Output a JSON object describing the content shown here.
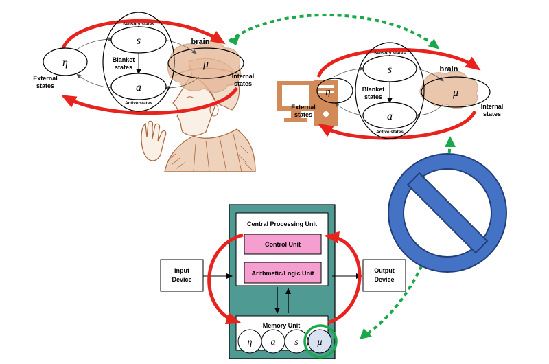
{
  "fep_left": {
    "sensory": "Sensory states",
    "s": "s",
    "brain": "brain",
    "eta": "η",
    "blanket_l1": "Blanket",
    "blanket_l2": "states",
    "mu": "μ",
    "external_l1": "External",
    "external_l2": "states",
    "internal_l1": "Internal",
    "internal_l2": "states",
    "a": "a",
    "active": "Active states"
  },
  "fep_right": {
    "sensory": "Sensory states",
    "s": "s",
    "brain": "brain",
    "eta": "η",
    "blanket_l1": "Blanket",
    "blanket_l2": "states",
    "mu": "μ",
    "external_l1": "External",
    "external_l2": "states",
    "internal_l1": "Internal",
    "internal_l2": "states",
    "a": "a",
    "active": "Active states"
  },
  "computer": {
    "cpu_title": "Central Processing Unit",
    "control_unit": "Control Unit",
    "alu": "Arithmetic/Logic Unit",
    "input_l1": "Input",
    "input_l2": "Device",
    "output_l1": "Output",
    "output_l2": "Device",
    "memory_unit": "Memory Unit",
    "cells": [
      "η",
      "a",
      "s",
      "μ"
    ]
  },
  "colors": {
    "red_arrow": "#e8231e",
    "green_dotted": "#1aa84a",
    "cpu_frame": "#4f9a92",
    "pink_box": "#f59fd0",
    "prohibition_fill": "#4472c4",
    "prohibition_stroke": "#233e7a",
    "computer_icon": "#d28a58",
    "brain": "#e6b898",
    "portrait_ink": "#a8643c"
  }
}
